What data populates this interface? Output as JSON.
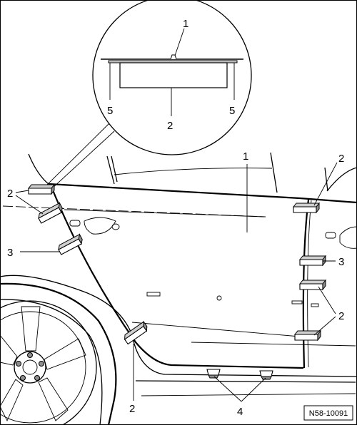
{
  "callouts": {
    "door_panel": "1",
    "detail_rail": "1",
    "detail_block": "2",
    "detail_left_end": "5",
    "detail_right_end": "5",
    "spacer_upper_front": "2",
    "spacer_lower_front": "2",
    "spacer_middle_front": "3",
    "spacer_upper_rear": "2",
    "spacer_middle_rear": "3",
    "spacer_lower_rear": "2",
    "sill_spacers": "4"
  },
  "reference_code": "N58-10091"
}
